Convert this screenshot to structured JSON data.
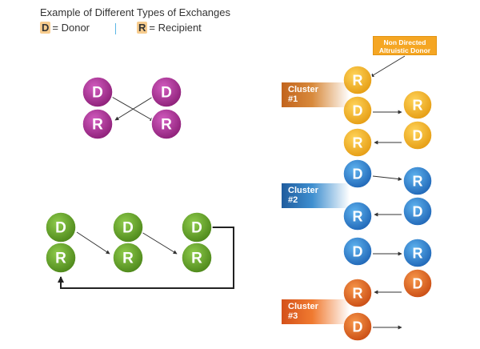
{
  "title": "Example of Different Types of Exchanges",
  "legend": {
    "donor_key": "D",
    "donor_text": "= Donor",
    "recipient_key": "R",
    "recipient_text": "= Recipient"
  },
  "ndad": {
    "line1": "Non Directed",
    "line2": "Altruistic Donor"
  },
  "clusters": [
    {
      "line1": "Cluster",
      "line2": "#1"
    },
    {
      "line1": "Cluster",
      "line2": "#2"
    },
    {
      "line1": "Cluster",
      "line2": "#3"
    }
  ],
  "nodes": {
    "swap_left_top": "D",
    "swap_left_bottom": "R",
    "swap_right_top": "D",
    "swap_right_bottom": "R",
    "chain_1_top": "D",
    "chain_1_bottom": "R",
    "chain_2_top": "D",
    "chain_2_bottom": "R",
    "chain_3_top": "D",
    "chain_3_bottom": "R",
    "c1_left_1": "R",
    "c1_left_2": "D",
    "c1_left_3": "R",
    "c1_right_1": "R",
    "c1_right_2": "D",
    "c2_left_1": "D",
    "c2_left_2": "R",
    "c2_left_3": "D",
    "c2_right_1": "R",
    "c2_right_2": "D",
    "c2_right_3": "R",
    "c3_right_1": "D",
    "c3_left_1": "R",
    "c3_left_2": "D"
  },
  "colors": {
    "magenta": "#a8278f",
    "green": "#5e9c22",
    "yellow": "#f2b01e",
    "blue": "#2f7fd0",
    "orange": "#e26320"
  }
}
